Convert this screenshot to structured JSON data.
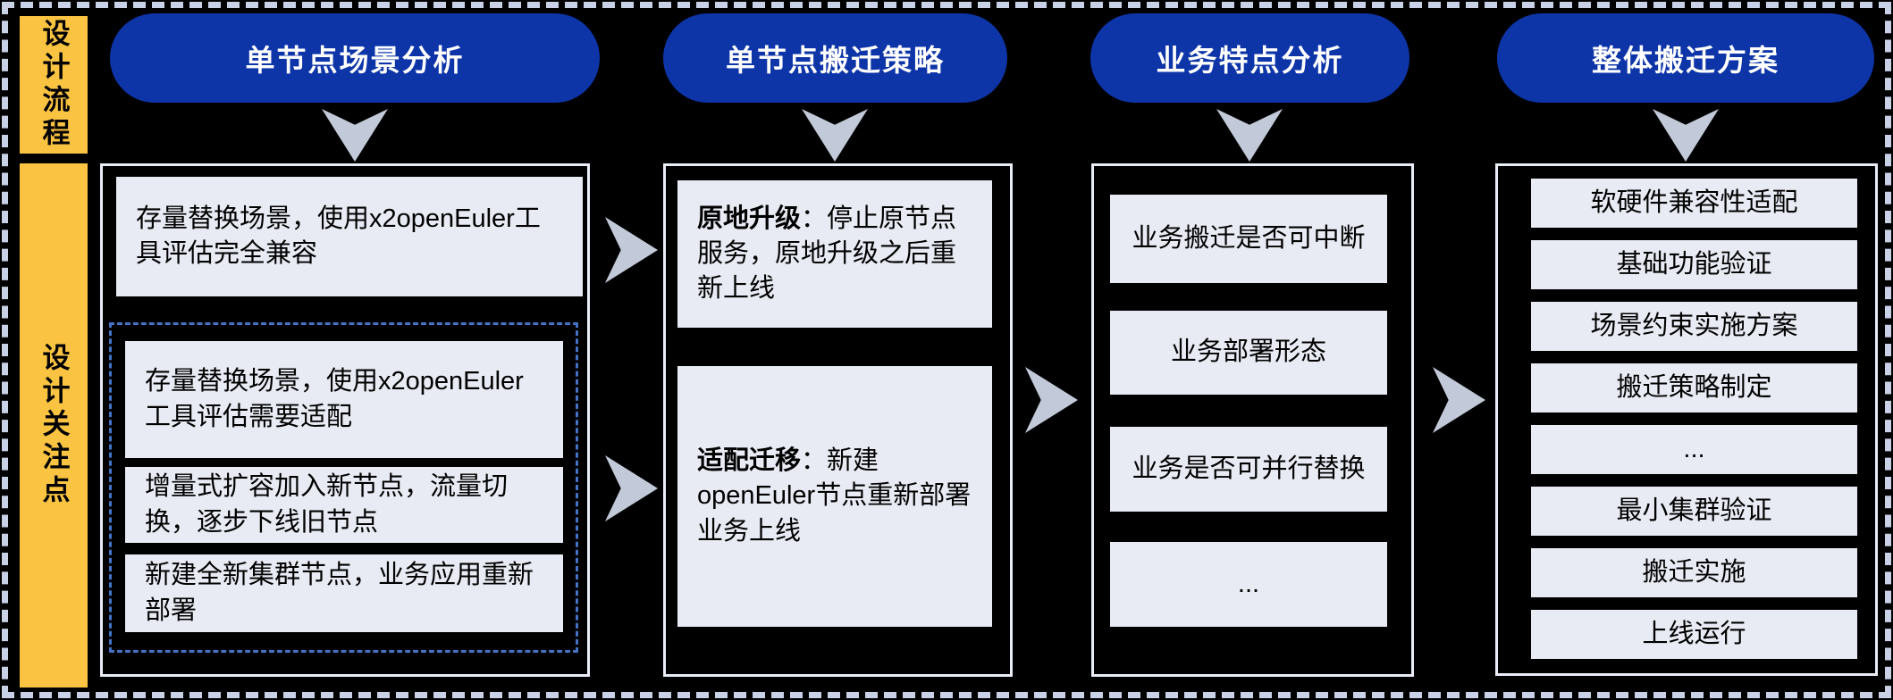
{
  "diagram": {
    "sidebar": {
      "process_label": "设计流程",
      "focus_label": "设计关注点"
    },
    "columns": [
      {
        "header": "单节点场景分析",
        "boxes": [
          {
            "text": "存量替换场景，使用x2openEuler工具评估完全兼容"
          },
          {
            "text": "存量替换场景，使用x2openEuler工具评估需要适配"
          },
          {
            "text": "增量式扩容加入新节点，流量切换，逐步下线旧节点"
          },
          {
            "text": "新建全新集群节点，业务应用重新部署"
          }
        ]
      },
      {
        "header": "单节点搬迁策略",
        "boxes": [
          {
            "bold": "原地升级",
            "rest": "：停止原节点服务，原地升级之后重新上线"
          },
          {
            "bold": "适配迁移",
            "rest": "：新建openEuler节点重新部署业务上线"
          }
        ]
      },
      {
        "header": "业务特点分析",
        "boxes": [
          {
            "text": "业务搬迁是否可中断"
          },
          {
            "text": "业务部署形态"
          },
          {
            "text": "业务是否可并行替换"
          },
          {
            "text": "..."
          }
        ]
      },
      {
        "header": "整体搬迁方案",
        "boxes": [
          {
            "text": "软硬件兼容性适配"
          },
          {
            "text": "基础功能验证"
          },
          {
            "text": "场景约束实施方案"
          },
          {
            "text": "搬迁策略制定"
          },
          {
            "text": "..."
          },
          {
            "text": "最小集群验证"
          },
          {
            "text": "搬迁实施"
          },
          {
            "text": "上线运行"
          }
        ]
      }
    ],
    "colors": {
      "background": "#000000",
      "pill_blue": "#0D35A8",
      "sidebar_yellow": "#FBC342",
      "box_fill": "#E9EBF4",
      "arrow_gray": "#C2CAD9",
      "dashed_group_blue": "#4472C4",
      "panel_border": "#E9EDF8",
      "outer_dash": "#C9D1E7"
    }
  }
}
